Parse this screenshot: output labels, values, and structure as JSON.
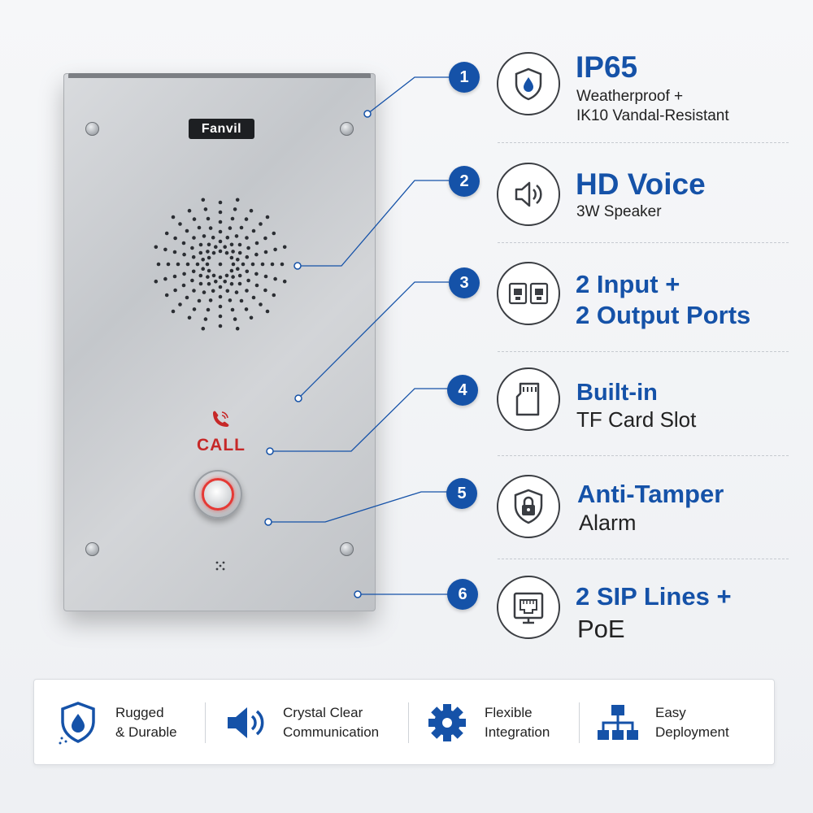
{
  "device": {
    "logo": "Fanvil",
    "call_label": "CALL"
  },
  "features": [
    {
      "number": "1",
      "icon": "shield-water-icon",
      "title": "IP65",
      "subtitle_line1": "Weatherproof +",
      "subtitle_line2": "IK10 Vandal-Resistant"
    },
    {
      "number": "2",
      "icon": "speaker-icon",
      "title": "HD Voice",
      "subtitle_line1": "3W Speaker"
    },
    {
      "number": "3",
      "icon": "io-ports-icon",
      "title_line1": "2 Input +",
      "title_line2": "2 Output Ports"
    },
    {
      "number": "4",
      "icon": "sd-card-icon",
      "title": "Built-in",
      "subtitle_line1": "TF Card Slot"
    },
    {
      "number": "5",
      "icon": "lock-shield-icon",
      "title": "Anti-Tamper",
      "subtitle_line1": "Alarm"
    },
    {
      "number": "6",
      "icon": "ethernet-port-icon",
      "title": "2 SIP Lines +",
      "subtitle_line1": "PoE"
    }
  ],
  "strip": [
    {
      "icon": "shield-drop-icon",
      "label": "Rugged\n& Durable"
    },
    {
      "icon": "speaker-icon",
      "label": "Crystal Clear\nCommunication"
    },
    {
      "icon": "gear-icon",
      "label": "Flexible\nIntegration"
    },
    {
      "icon": "network-icon",
      "label": "Easy\nDeployment"
    }
  ],
  "colors": {
    "accent_blue": "#1552a8",
    "call_red": "#c62828",
    "panel_steel": "#c9cbcf"
  }
}
